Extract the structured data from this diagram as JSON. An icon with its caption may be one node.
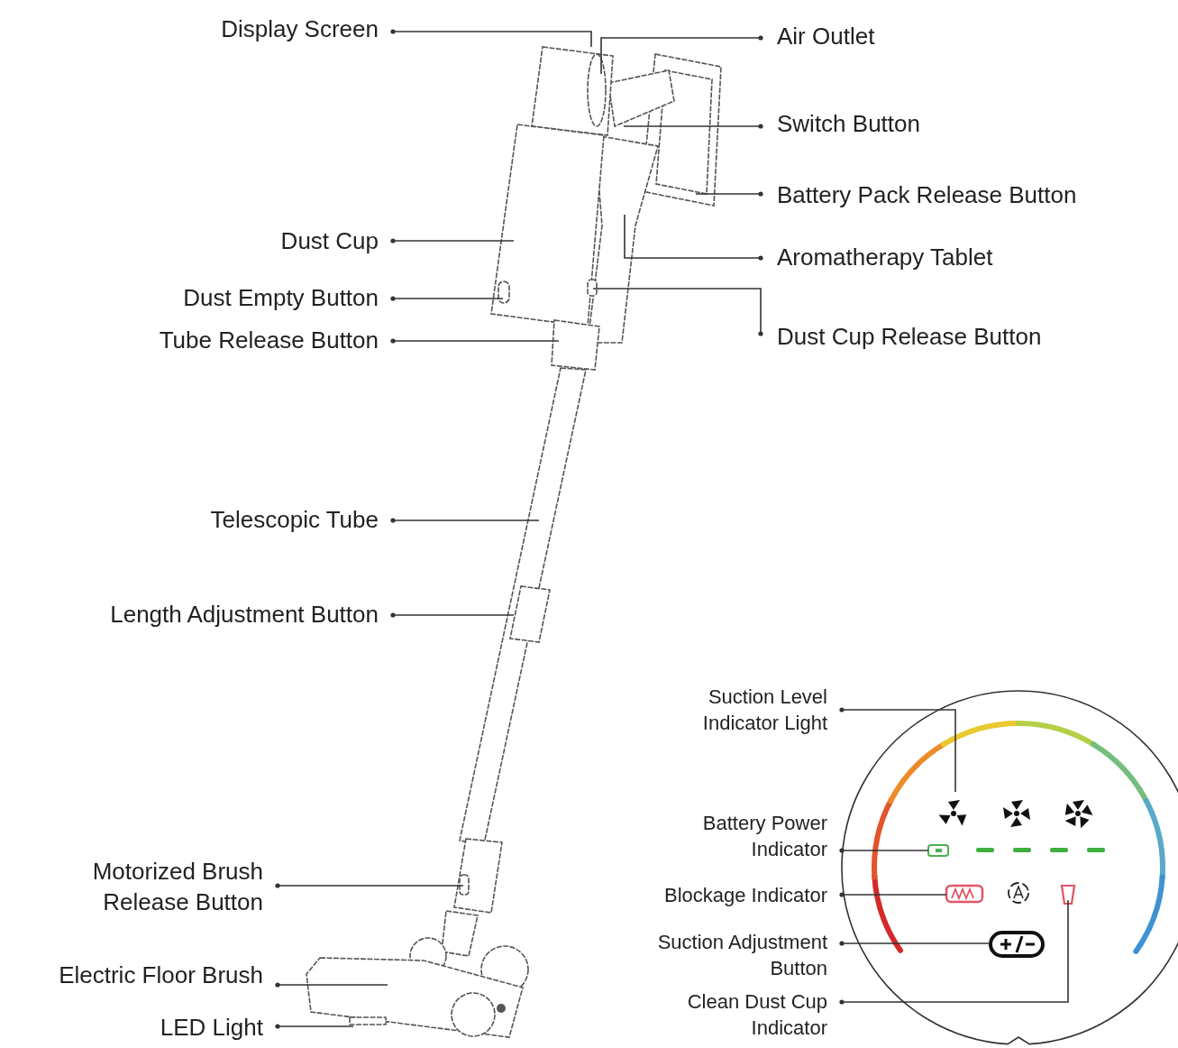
{
  "diagram": {
    "nodes": [
      {
        "text": [
          "Display Screen"
        ]
      },
      {
        "text": [
          "Dust Cup"
        ]
      },
      {
        "text": [
          "Dust Empty Button"
        ]
      },
      {
        "text": [
          "Tube Release Button"
        ]
      },
      {
        "text": [
          "Telescopic Tube"
        ]
      },
      {
        "text": [
          "Length Adjustment Button"
        ]
      },
      {
        "text": [
          "Motorized Brush Release Button"
        ]
      },
      {
        "text": [
          "Electric Floor Brush"
        ]
      },
      {
        "text": [
          "LED Light"
        ]
      },
      {
        "text": [
          "Air Outlet"
        ]
      },
      {
        "text": [
          "Switch Button"
        ]
      },
      {
        "text": [
          "Battery Pack Release Button"
        ]
      },
      {
        "text": [
          "Aromatherapy Tablet"
        ]
      },
      {
        "text": [
          "Dust Cup Release Button"
        ]
      },
      {
        "text": [
          "Suction Level Indicator Light"
        ]
      },
      {
        "text": [
          "Battery Power Indicator"
        ]
      },
      {
        "text": [
          "Blockage Indicator"
        ]
      },
      {
        "text": [
          "Suction Adjustment Button"
        ]
      },
      {
        "text": [
          "Clean Dust Cup Indicator"
        ]
      }
    ],
    "edges": [
      {
        "from": 0,
        "to": null,
        "arrow": "other"
      },
      {
        "from": 1,
        "to": null,
        "arrow": "other"
      },
      {
        "from": 2,
        "to": null,
        "arrow": "other"
      },
      {
        "from": 3,
        "to": null,
        "arrow": "other"
      },
      {
        "from": 4,
        "to": null,
        "arrow": "other"
      },
      {
        "from": 5,
        "to": null,
        "arrow": "other"
      },
      {
        "from": 6,
        "to": null,
        "arrow": "other"
      },
      {
        "from": 7,
        "to": null,
        "arrow": "other"
      },
      {
        "from": 8,
        "to": null,
        "arrow": "other"
      },
      {
        "from": 9,
        "to": null,
        "arrow": "other"
      },
      {
        "from": 10,
        "to": null,
        "arrow": "other"
      },
      {
        "from": 11,
        "to": null,
        "arrow": "other"
      },
      {
        "from": 12,
        "to": null,
        "arrow": "other"
      },
      {
        "from": 13,
        "to": null,
        "arrow": "other"
      },
      {
        "from": 14,
        "to": null,
        "arrow": "other"
      },
      {
        "from": 15,
        "to": null,
        "arrow": "other"
      },
      {
        "from": 16,
        "to": null,
        "arrow": "other"
      },
      {
        "from": 17,
        "to": null,
        "arrow": "other"
      },
      {
        "from": 18,
        "to": null,
        "arrow": "other"
      }
    ]
  }
}
